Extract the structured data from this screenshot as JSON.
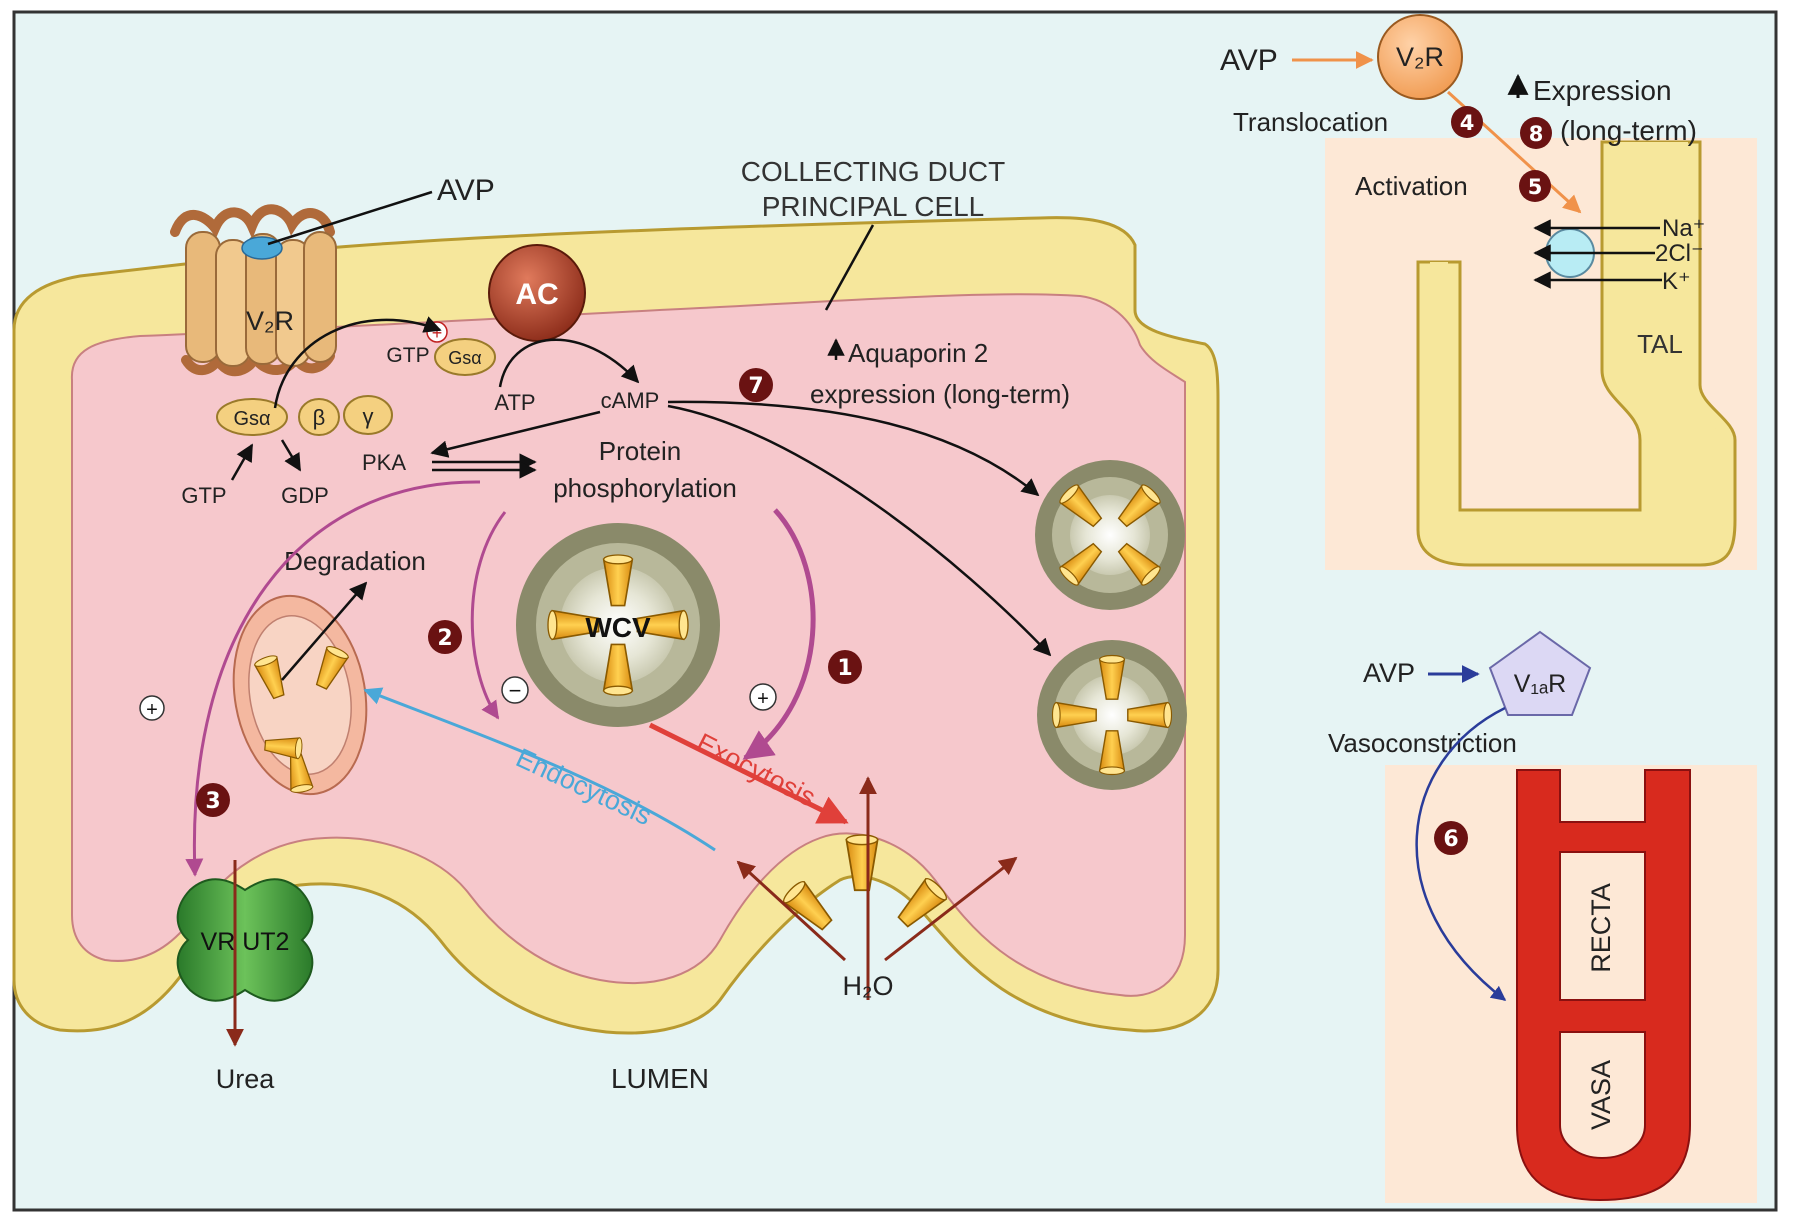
{
  "title": {
    "line1": "COLLECTING DUCT",
    "line2": "PRINCIPAL CELL"
  },
  "cell": {
    "avp": "AVP",
    "v2r": "V₂R",
    "ac": "AC",
    "gtp_top": "GTP",
    "gsa_small": "Gsα",
    "gsa": "Gsα",
    "beta": "β",
    "gamma": "γ",
    "gtp_bottom": "GTP",
    "gdp": "GDP",
    "atp": "ATP",
    "camp": "cAMP",
    "pka": "PKA",
    "protein_line1": "Protein",
    "protein_line2": "phosphorylation",
    "degradation": "Degradation",
    "wcv": "WCV",
    "endocytosis": "Endocytosis",
    "exocytosis": "Exocytosis",
    "aqp2_line1": "Aquaporin 2",
    "aqp2_line2": "expression (long-term)",
    "vr_ut2": "VR UT2",
    "urea": "Urea",
    "h2o": "H₂O",
    "lumen": "LUMEN",
    "plus": "+",
    "minus": "−"
  },
  "tal": {
    "avp": "AVP",
    "v2r": "V₂R",
    "translocation": "Translocation",
    "expression_line1": "Expression",
    "expression_line2": "(long-term)",
    "activation": "Activation",
    "na": "Na⁺",
    "cl": "2Cl⁻",
    "k": "K⁺",
    "label": "TAL"
  },
  "vasa": {
    "avp": "AVP",
    "v1ar": "V₁ₐR",
    "vasoconstriction": "Vasoconstriction",
    "recta": "RECTA",
    "vasa": "VASA"
  },
  "steps": [
    "1",
    "2",
    "3",
    "4",
    "5",
    "6",
    "7",
    "8"
  ],
  "colors": {
    "background": "#e6f4f4",
    "membrane": "#f6e79c",
    "cytoplasm": "#f6c8cc",
    "panel": "#fde8d6",
    "receptor": "#e8b97a",
    "ac": "#a8402a",
    "exocytosis": "#e0403a",
    "endocytosis": "#4aa8d8",
    "pka_arrow": "#b04a90",
    "vasa_red": "#d82a1e",
    "urea_channel": "#3e9a3a",
    "step_badge": "#6a1212"
  }
}
